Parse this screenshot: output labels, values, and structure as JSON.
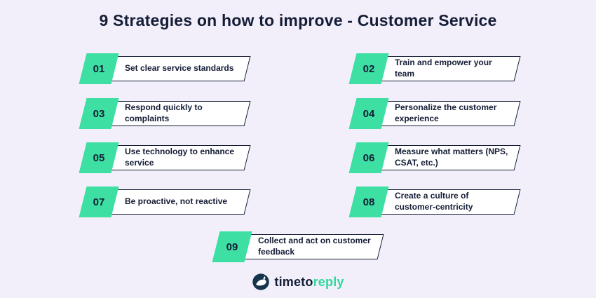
{
  "title": "9 Strategies on how to improve - Customer Service",
  "colors": {
    "accent": "#3ddfa2",
    "navy": "#151d36",
    "background": "#f2effa"
  },
  "items": [
    {
      "number": "01",
      "text": "Set clear service standards"
    },
    {
      "number": "02",
      "text": "Train and empower your team"
    },
    {
      "number": "03",
      "text": "Respond quickly to complaints"
    },
    {
      "number": "04",
      "text": "Personalize the customer experience"
    },
    {
      "number": "05",
      "text": "Use technology to enhance service"
    },
    {
      "number": "06",
      "text": "Measure what matters (NPS, CSAT, etc.)"
    },
    {
      "number": "07",
      "text": "Be proactive, not reactive"
    },
    {
      "number": "08",
      "text": "Create a culture of customer-centricity"
    },
    {
      "number": "09",
      "text": "Collect and act on customer feedback"
    }
  ],
  "logo": {
    "text_dark": "timeto",
    "text_accent": "reply"
  }
}
